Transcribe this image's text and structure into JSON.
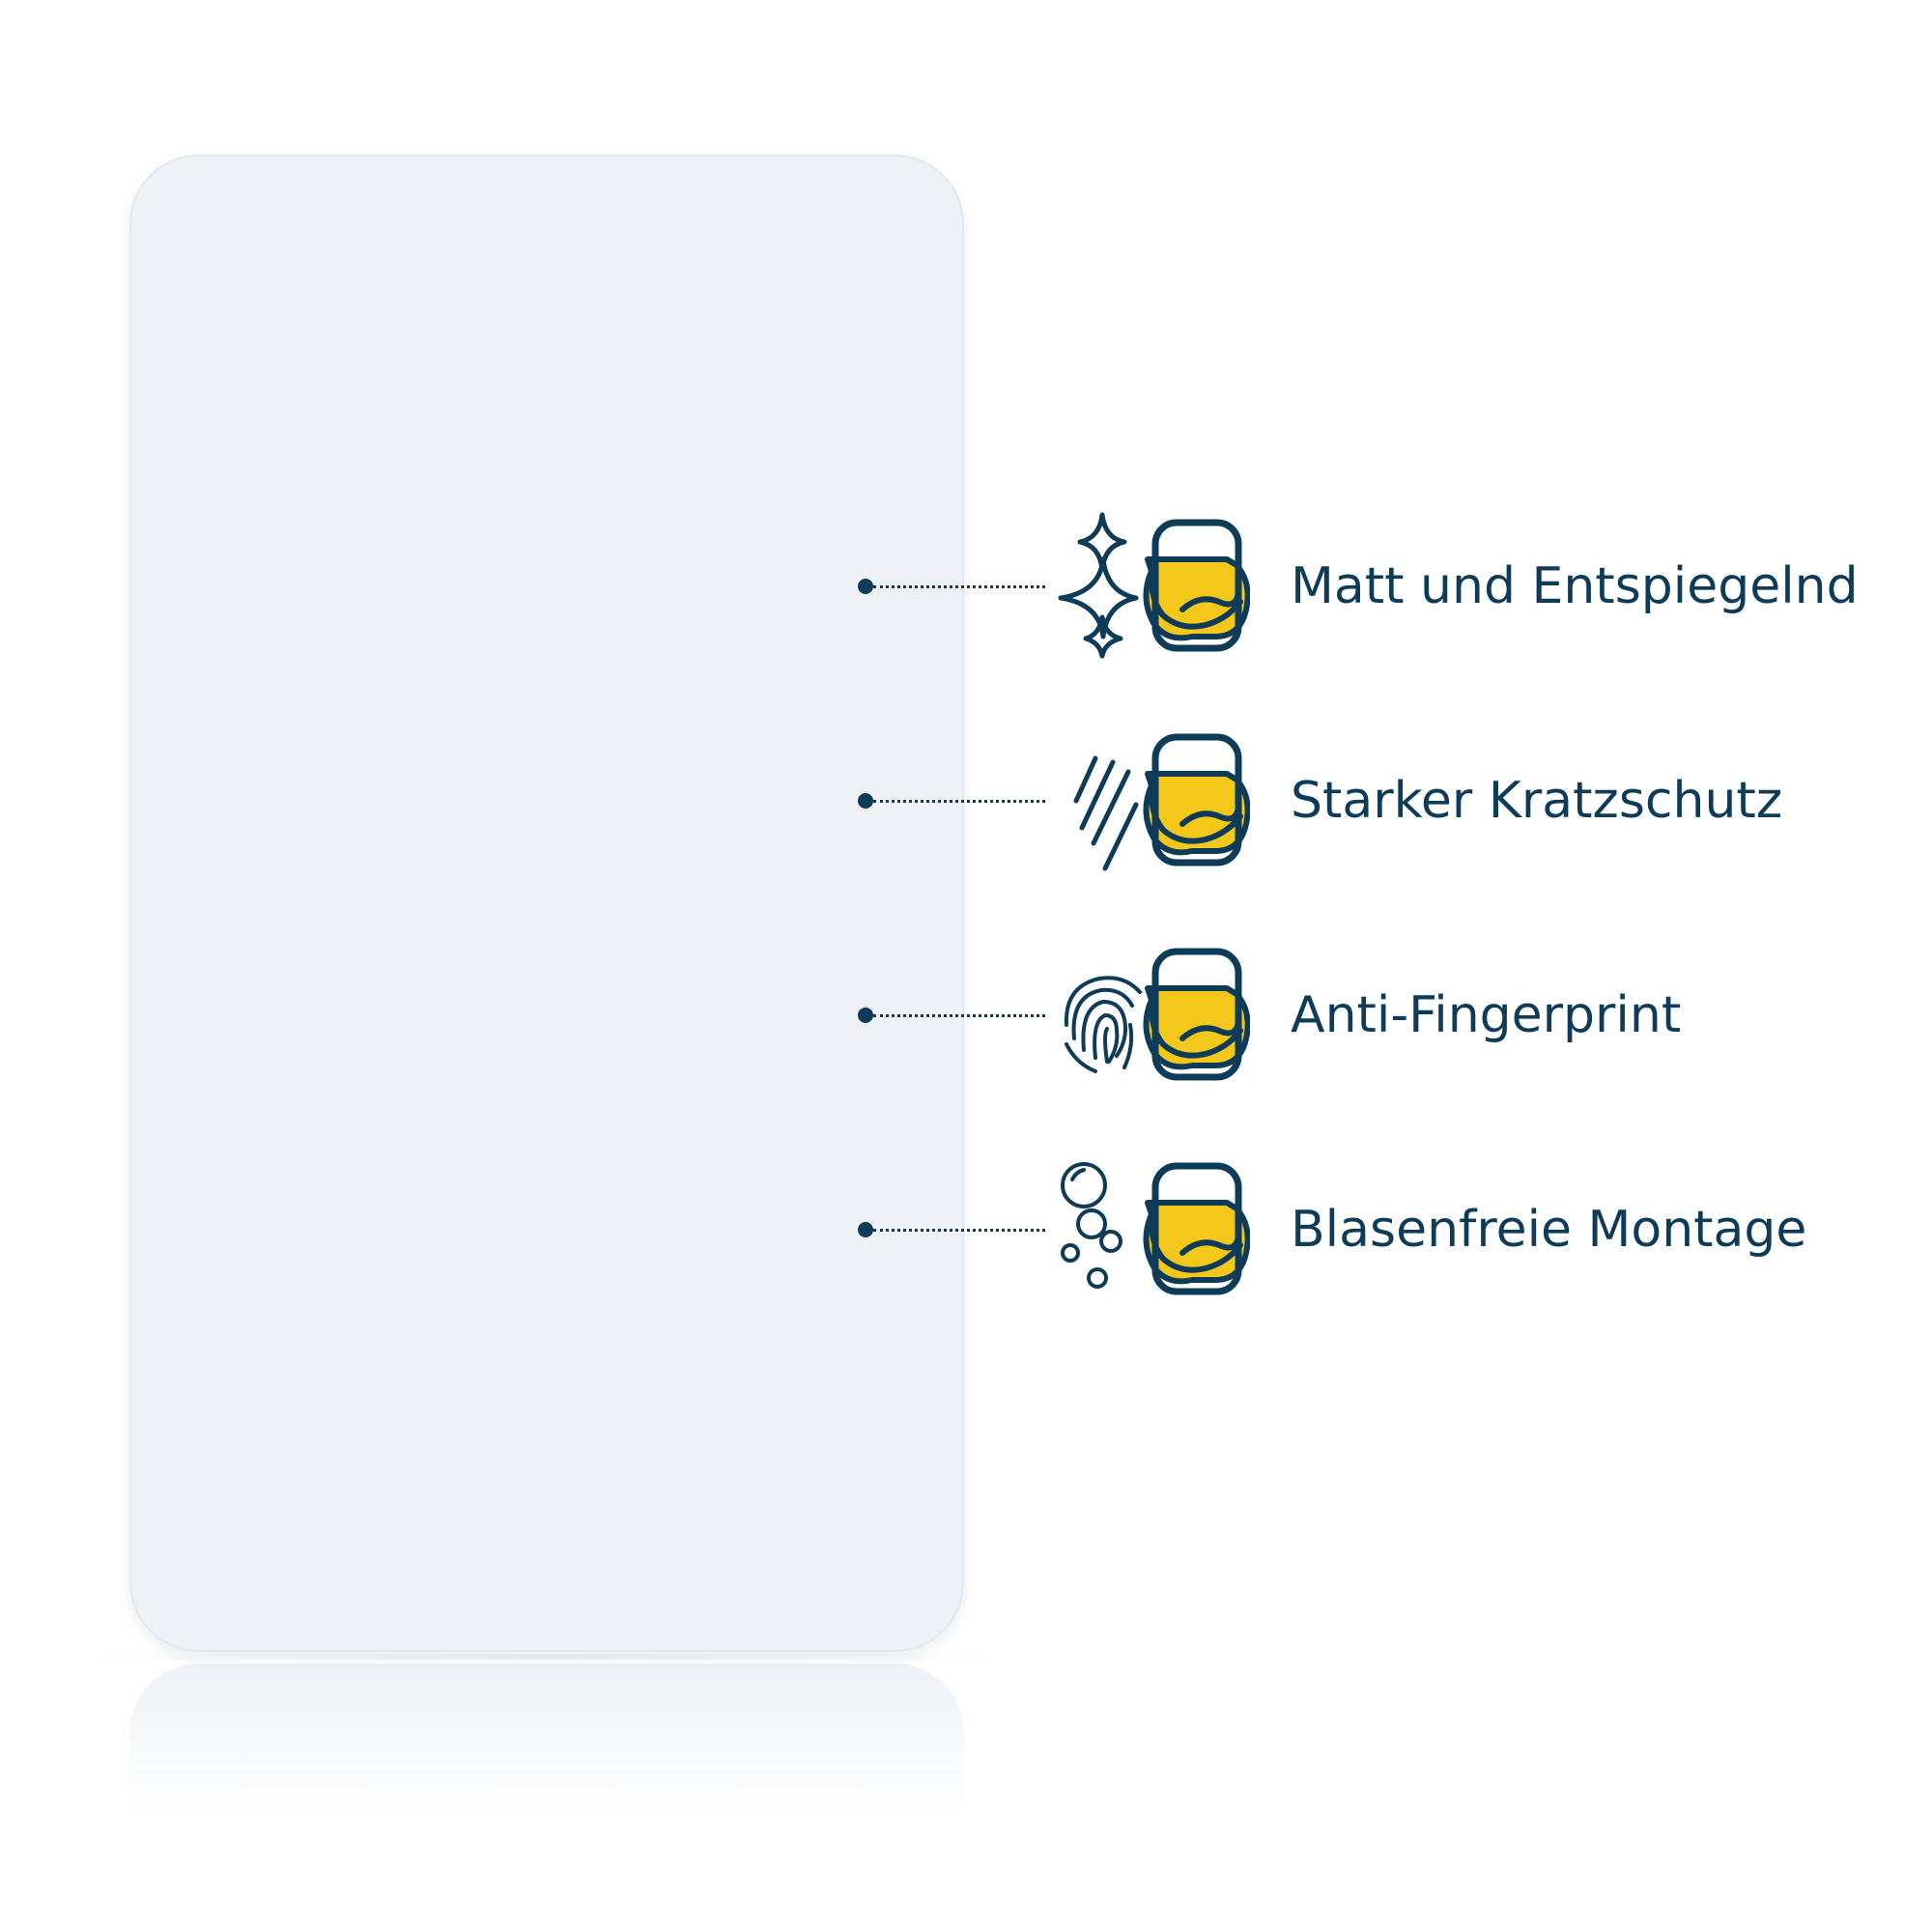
{
  "colors": {
    "text": "#0e3b57",
    "accent_yellow": "#f4c81a",
    "card_fill": "#eef2f6"
  },
  "features": [
    {
      "label": "Matt und Entspiegelnd",
      "icon": "sparkle-icon"
    },
    {
      "label": "Starker Kratzschutz",
      "icon": "scratch-icon"
    },
    {
      "label": "Anti-Fingerprint",
      "icon": "fingerprint-icon"
    },
    {
      "label": "Blasenfreie Montage",
      "icon": "bubbles-icon"
    }
  ]
}
